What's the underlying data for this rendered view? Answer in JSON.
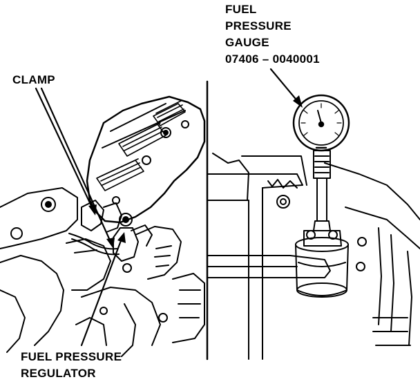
{
  "labels": {
    "gauge_line1": "FUEL",
    "gauge_line2": "PRESSURE",
    "gauge_line3": "GAUGE",
    "gauge_part_number": "07406 – 0040001",
    "clamp": "CLAMP",
    "regulator_line1": "FUEL PRESSURE",
    "regulator_line2": "REGULATOR"
  },
  "colors": {
    "ink": "#000000",
    "paper": "#ffffff"
  }
}
